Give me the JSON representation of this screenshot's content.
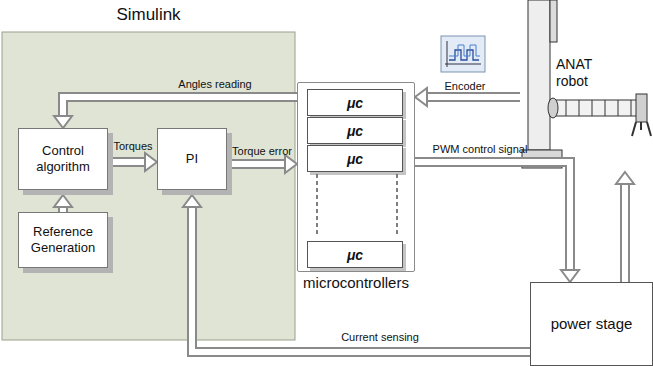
{
  "diagram": {
    "nodes": [
      {
        "text": [
          "Simulink"
        ]
      },
      {
        "text": [
          "Control algorithm"
        ],
        "in": 0
      },
      {
        "text": [
          "PI"
        ],
        "in": 0
      },
      {
        "text": [
          "Reference Generation"
        ],
        "in": 0
      },
      {
        "text": [
          "microcontrollers"
        ]
      },
      {
        "text": [
          "μc"
        ],
        "in": 4
      },
      {
        "text": [
          "μc"
        ],
        "in": 4
      },
      {
        "text": [
          "μc"
        ],
        "in": 4
      },
      {
        "text": [
          "μc"
        ],
        "in": 4
      },
      {
        "text": [
          "ANAT robot"
        ]
      },
      {
        "text": [
          "power stage"
        ]
      }
    ],
    "edges": [
      {
        "from": 4,
        "to": 1,
        "arrow": "to",
        "label": "Angles reading"
      },
      {
        "from": 3,
        "to": 1,
        "arrow": "to"
      },
      {
        "from": 1,
        "to": 2,
        "arrow": "to",
        "label": "Torques"
      },
      {
        "from": 2,
        "to": 4,
        "arrow": "to",
        "label": "Torque error"
      },
      {
        "from": 9,
        "to": 4,
        "arrow": "to",
        "label": "Encoder"
      },
      {
        "from": 4,
        "to": 10,
        "arrow": "to",
        "label": "PWM control signal"
      },
      {
        "from": 10,
        "to": 9,
        "arrow": "to"
      },
      {
        "from": 10,
        "to": 2,
        "arrow": "to",
        "label": "Current sensing"
      }
    ]
  }
}
